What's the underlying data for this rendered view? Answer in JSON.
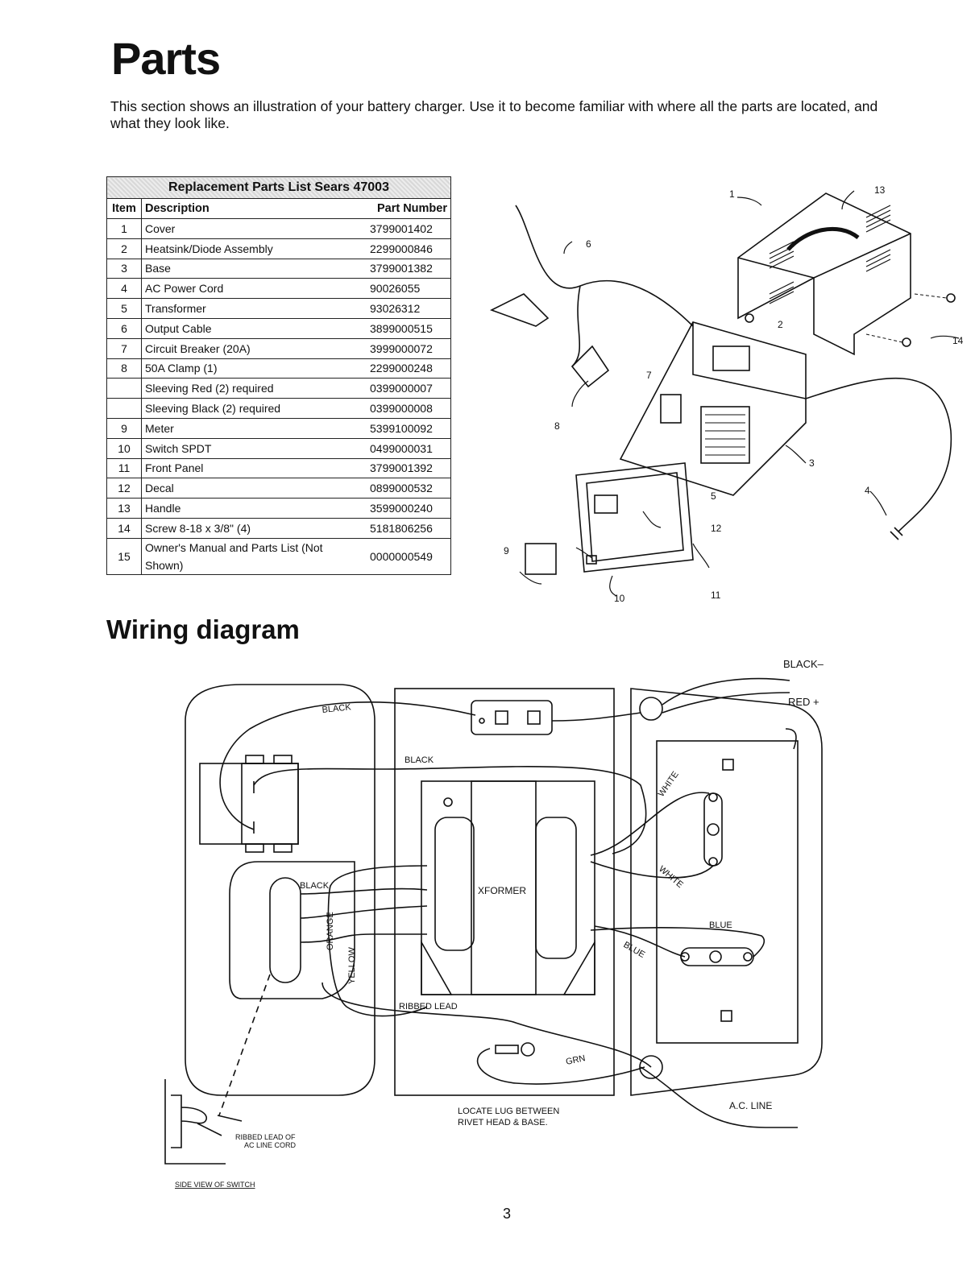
{
  "page": {
    "title": "Parts",
    "intro": "This section shows an illustration of your battery charger. Use it to become familiar with where all the parts are located, and what they look like.",
    "page_number": "3"
  },
  "parts_table": {
    "title": "Replacement Parts List Sears 47003",
    "headers": {
      "item": "Item",
      "description": "Description",
      "part_number": "Part Number"
    },
    "rows": [
      {
        "item": "1",
        "description": "Cover",
        "part_number": "3799001402"
      },
      {
        "item": "2",
        "description": "Heatsink/Diode Assembly",
        "part_number": "2299000846"
      },
      {
        "item": "3",
        "description": "Base",
        "part_number": "3799001382"
      },
      {
        "item": "4",
        "description": "AC Power Cord",
        "part_number": "90026055"
      },
      {
        "item": "5",
        "description": "Transformer",
        "part_number": "93026312"
      },
      {
        "item": "6",
        "description": "Output Cable",
        "part_number": "3899000515"
      },
      {
        "item": "7",
        "description": "Circuit Breaker (20A)",
        "part_number": "3999000072"
      },
      {
        "item": "8",
        "description": "50A Clamp (1)",
        "part_number": "2299000248"
      },
      {
        "item": "",
        "description": "Sleeving Red (2) required",
        "part_number": "0399000007"
      },
      {
        "item": "",
        "description": "Sleeving Black (2) required",
        "part_number": "0399000008"
      },
      {
        "item": "9",
        "description": "Meter",
        "part_number": "5399100092"
      },
      {
        "item": "10",
        "description": "Switch SPDT",
        "part_number": "0499000031"
      },
      {
        "item": "11",
        "description": "Front Panel",
        "part_number": "3799001392"
      },
      {
        "item": "12",
        "description": "Decal",
        "part_number": "0899000532"
      },
      {
        "item": "13",
        "description": "Handle",
        "part_number": "3599000240"
      },
      {
        "item": "14",
        "description": "Screw 8-18 x 3/8\" (4)",
        "part_number": "5181806256"
      },
      {
        "item": "15",
        "description": "Owner's Manual and Parts List (Not Shown)",
        "part_number": "0000000549"
      }
    ]
  },
  "exploded_view": {
    "callouts": [
      "1",
      "2",
      "3",
      "4",
      "5",
      "6",
      "7",
      "8",
      "9",
      "10",
      "11",
      "12",
      "13",
      "14"
    ]
  },
  "wiring": {
    "section_title": "Wiring diagram",
    "labels": {
      "black_top": "BLACK",
      "black_mid": "BLACK",
      "black_switch": "BLACK",
      "black_minus": "BLACK–",
      "red_plus": "RED +",
      "white_upper": "WHITE",
      "white_lower": "WHITE",
      "blue_right": "BLUE",
      "blue_diag": "BLUE",
      "orange": "ORANGE",
      "yellow": "YELLOW",
      "xformer": "XFORMER",
      "ribbed_lead": "RIBBED LEAD",
      "grn": "GRN",
      "ac_line": "A.C. LINE",
      "locate_lug_1": "LOCATE LUG BETWEEN",
      "locate_lug_2": "RIVET HEAD & BASE.",
      "ribbed_ac_1": "RIBBED LEAD OF",
      "ribbed_ac_2": "AC LINE CORD",
      "side_view": "SIDE VIEW OF SWITCH"
    }
  }
}
